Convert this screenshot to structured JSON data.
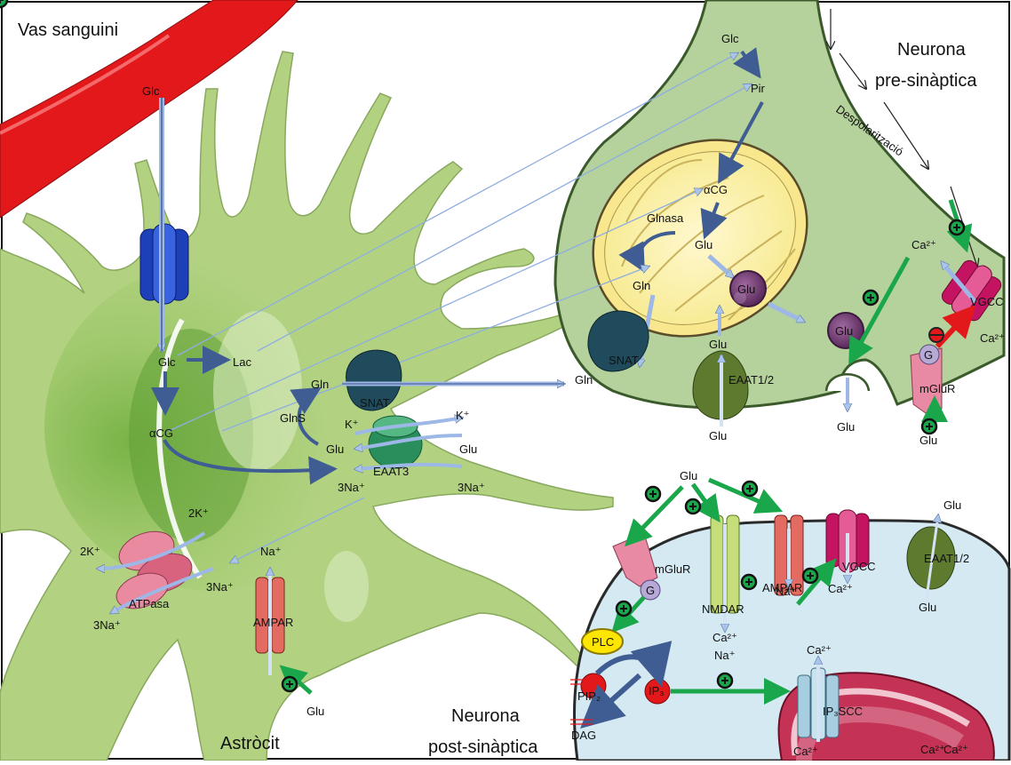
{
  "colors": {
    "vessel": "#e3181b",
    "astrocyte": "#b2d282",
    "presynaptic": "#b5d19c",
    "postsynaptic": "#d5e9f3",
    "green_arrow": "#1aa64a",
    "blue_arrow": "#3f5d93",
    "red_arrow": "#e3181b"
  },
  "titles": {
    "vessel": "Vas sanguini",
    "pre_line1": "Neurona",
    "pre_line2": "pre-sinàptica",
    "post_line1": "Neurona",
    "post_line2": "post-sinàptica",
    "astrocyte": "Astròcit"
  },
  "astro": {
    "glc_vessel": "Glc",
    "glc": "Glc",
    "lac": "Lac",
    "acg": "αCG",
    "gln": "Gln",
    "glns": "GlnS",
    "glu": "Glu",
    "snat": "SNAT",
    "eaat3": "EAAT3",
    "k_in": "K⁺",
    "k_out": "K⁺",
    "glu_out": "Glu",
    "na3_in": "3Na⁺",
    "na3_out": "3Na⁺",
    "atpase": "ATPasa",
    "k2_a": "2K⁺",
    "k2_b": "2K⁺",
    "na3_atp_in": "3Na⁺",
    "na3_atp_out": "3Na⁺",
    "na_ampar": "Na⁺",
    "ampar": "AMPAR",
    "glu_ampar": "Glu"
  },
  "pre": {
    "glc": "Glc",
    "pir": "Pir",
    "acg": "αCG",
    "glnasa": "Glnasa",
    "glu_mito": "Glu",
    "gln_mito": "Gln",
    "gln_out": "Gln",
    "snat": "SNAT",
    "glu_vesicle1": "Glu",
    "glu_vesicle2": "Glu",
    "glu_eaat": "Glu",
    "eaat12": "EAAT1/2",
    "glu_eaat_out": "Glu",
    "glu_release": "Glu",
    "depol": "Despolarització",
    "ca_in": "Ca²⁺",
    "ca_out": "Ca²⁺",
    "vgcc": "VGCC",
    "g": "G",
    "mglur": "mGluR",
    "glu_mglur": "Glu"
  },
  "post": {
    "glu_top": "Glu",
    "mglur": "mGluR",
    "g": "G",
    "nmdar": "NMDAR",
    "ampar": "AMPAR",
    "vgcc": "VGCC",
    "ca_vgcc": "Ca²⁺",
    "na_ampar": "Na⁺",
    "ca_nmdar": "Ca²⁺",
    "na_nmdar": "Na⁺",
    "plc": "PLC",
    "pip2": "PIP₂",
    "ip3": "IP₃",
    "dag": "DAG",
    "ca_er_top": "Ca²⁺",
    "ip3scc": "IP₃SCC",
    "ca_er1": "Ca²⁺",
    "ca_er2": "Ca²⁺",
    "ca_er3": "Ca²⁺",
    "eaat_glu_top": "Glu",
    "eaat12": "EAAT1/2",
    "eaat_glu_bottom": "Glu"
  }
}
